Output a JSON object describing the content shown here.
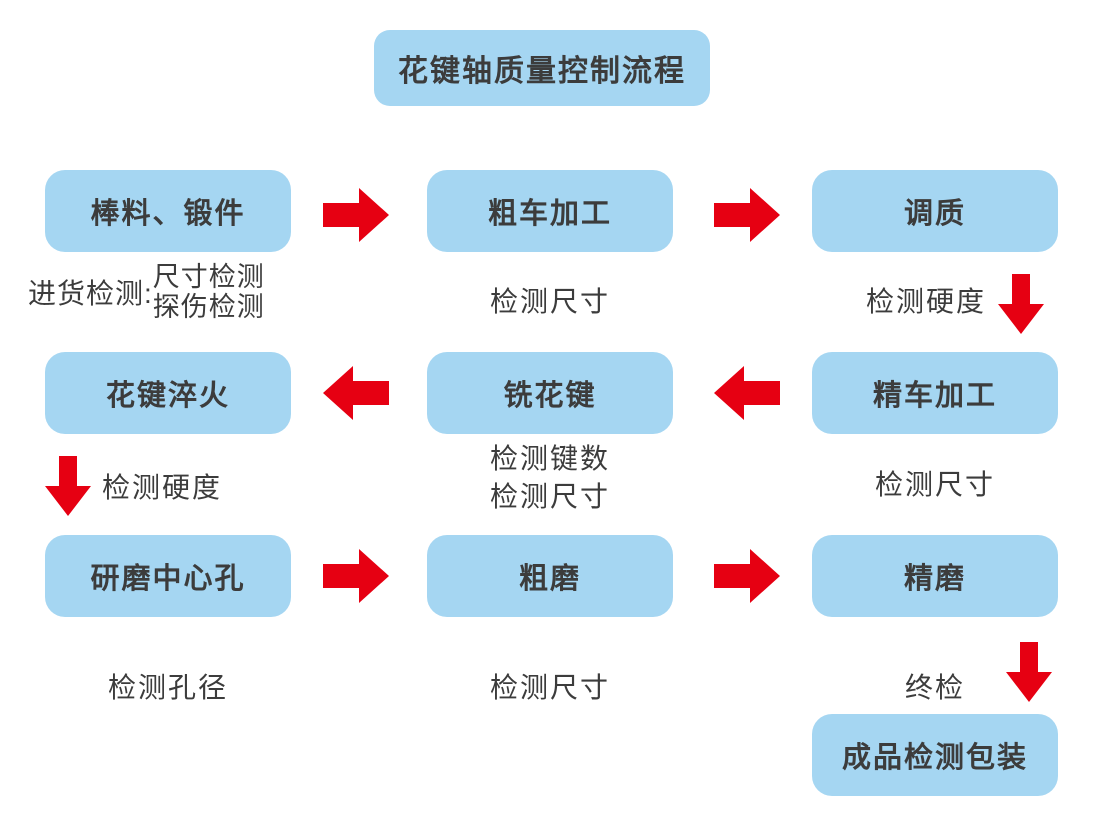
{
  "title": "花键轴质量控制流程",
  "rows": [
    {
      "boxes": [
        "棒料、锻件",
        "粗车加工",
        "调质"
      ],
      "notes": {
        "incoming_label": "进货检测:",
        "incoming_items": [
          "尺寸检测",
          "探伤检测"
        ],
        "col2": "检测尺寸",
        "col3": "检测硬度"
      }
    },
    {
      "boxes": [
        "花键淬火",
        "铣花键",
        "精车加工"
      ],
      "notes": {
        "col1": "检测硬度",
        "col2": [
          "检测键数",
          "检测尺寸"
        ],
        "col3": "检测尺寸"
      }
    },
    {
      "boxes": [
        "研磨中心孔",
        "粗磨",
        "精磨"
      ],
      "notes": {
        "col1": "检测孔径",
        "col2": "检测尺寸",
        "col3": "终检"
      }
    }
  ],
  "final_box": "成品检测包装",
  "colors": {
    "box_fill": "#a5d6f2",
    "arrow_red": "#e60012",
    "text": "#3c3c3c",
    "background": "#ffffff"
  }
}
